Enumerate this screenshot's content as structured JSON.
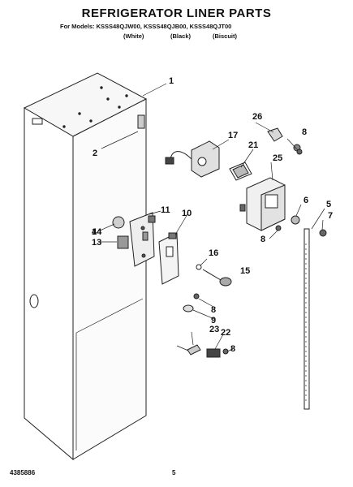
{
  "header": {
    "title": "REFRIGERATOR LINER PARTS",
    "models_line": "For Models: KSSS48QJW00, KSSS48QJB00, KSSS48QJT00",
    "variants": [
      "(White)",
      "(Black)",
      "(Biscuit)"
    ]
  },
  "callouts": [
    "1",
    "2",
    "4",
    "5",
    "6",
    "7",
    "8",
    "8",
    "8",
    "8",
    "9",
    "10",
    "11",
    "13",
    "14",
    "15",
    "16",
    "17",
    "21",
    "22",
    "23",
    "25",
    "26"
  ],
  "footer": {
    "doc_number": "4385886",
    "page_number": "5"
  }
}
